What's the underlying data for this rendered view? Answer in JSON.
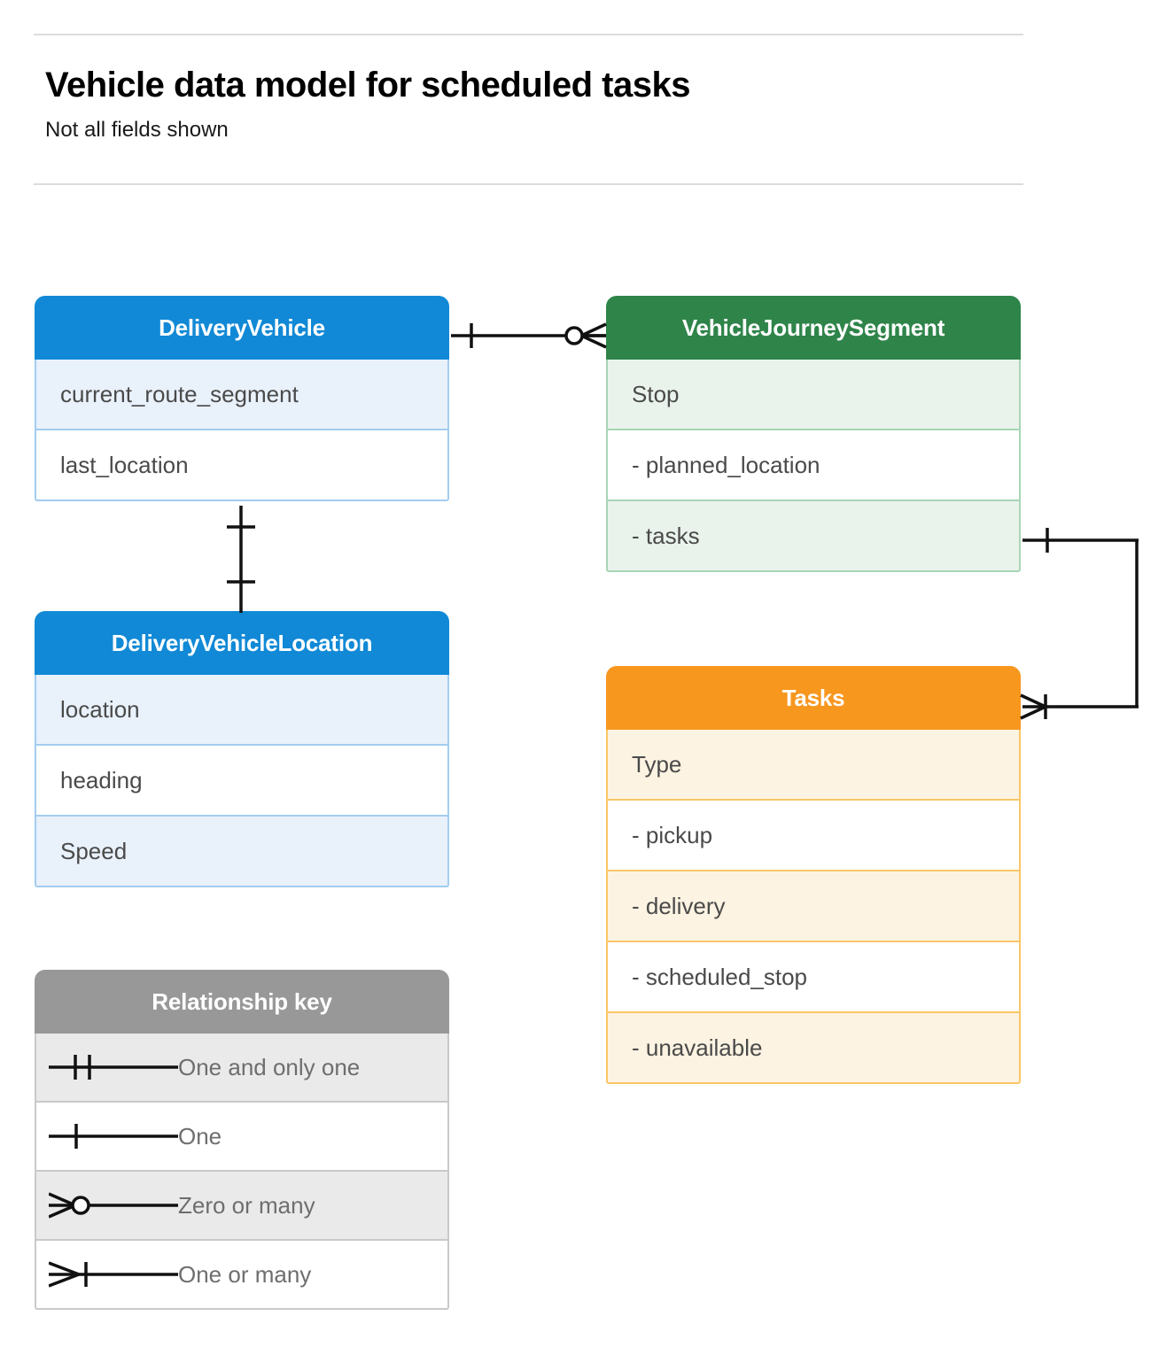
{
  "header": {
    "title": "Vehicle data model for scheduled tasks",
    "subtitle": "Not all fields shown"
  },
  "colors": {
    "blue_header": "#1189d6",
    "blue_row_alt": "#e9f1fb",
    "blue_border": "#a3cdf0",
    "green_header": "#2e8449",
    "green_row_alt": "#e9f3ec",
    "green_border": "#a8d5b6",
    "orange_header": "#f7971e",
    "orange_row_alt": "#fdf3e2",
    "orange_border": "#f9c668",
    "grey_header": "#989898",
    "grey_row_alt": "#eaeaea",
    "grey_border": "#c9c9c9",
    "connector": "#111111",
    "rule": "#dcdcdc",
    "field_text": "#4a4a4a"
  },
  "entities": [
    {
      "id": "delivery-vehicle",
      "title": "DeliveryVehicle",
      "scheme": "blue",
      "fields": [
        {
          "label": "current_route_segment",
          "sub": false
        },
        {
          "label": "last_location",
          "sub": false
        }
      ]
    },
    {
      "id": "vehicle-location",
      "title": "DeliveryVehicleLocation",
      "scheme": "blue",
      "fields": [
        {
          "label": "location",
          "sub": false
        },
        {
          "label": "heading",
          "sub": false
        },
        {
          "label": "Speed",
          "sub": false
        }
      ]
    },
    {
      "id": "journey-segment",
      "title": "VehicleJourneySegment",
      "scheme": "green",
      "fields": [
        {
          "label": "Stop",
          "sub": false
        },
        {
          "label": "-  planned_location",
          "sub": true
        },
        {
          "label": "- tasks",
          "sub": true
        }
      ]
    },
    {
      "id": "tasks",
      "title": "Tasks",
      "scheme": "orange",
      "fields": [
        {
          "label": "Type",
          "sub": false
        },
        {
          "label": "-  pickup",
          "sub": true
        },
        {
          "label": "-  delivery",
          "sub": true
        },
        {
          "label": "-  scheduled_stop",
          "sub": true
        },
        {
          "label": "-  unavailable",
          "sub": true
        }
      ]
    }
  ],
  "legend": {
    "title": "Relationship key",
    "items": [
      {
        "symbol": "one-and-only-one-icon",
        "label": "One and only one"
      },
      {
        "symbol": "one-icon",
        "label": "One"
      },
      {
        "symbol": "zero-or-many-icon",
        "label": "Zero or many"
      },
      {
        "symbol": "one-or-many-icon",
        "label": "One or many"
      }
    ]
  },
  "relationships": [
    {
      "id": "vehicle-to-journey-segment",
      "from": "DeliveryVehicle",
      "to": "VehicleJourneySegment",
      "from_cardinality": "One",
      "to_cardinality": "Zero or many"
    },
    {
      "id": "vehicle-to-vehicle-location",
      "from": "DeliveryVehicle",
      "to": "DeliveryVehicleLocation",
      "from_cardinality": "One",
      "to_cardinality": "One"
    },
    {
      "id": "journey-segment-tasks-to-tasks",
      "from": "VehicleJourneySegment.tasks",
      "to": "Tasks",
      "from_cardinality": "One",
      "to_cardinality": "One or many"
    }
  ]
}
